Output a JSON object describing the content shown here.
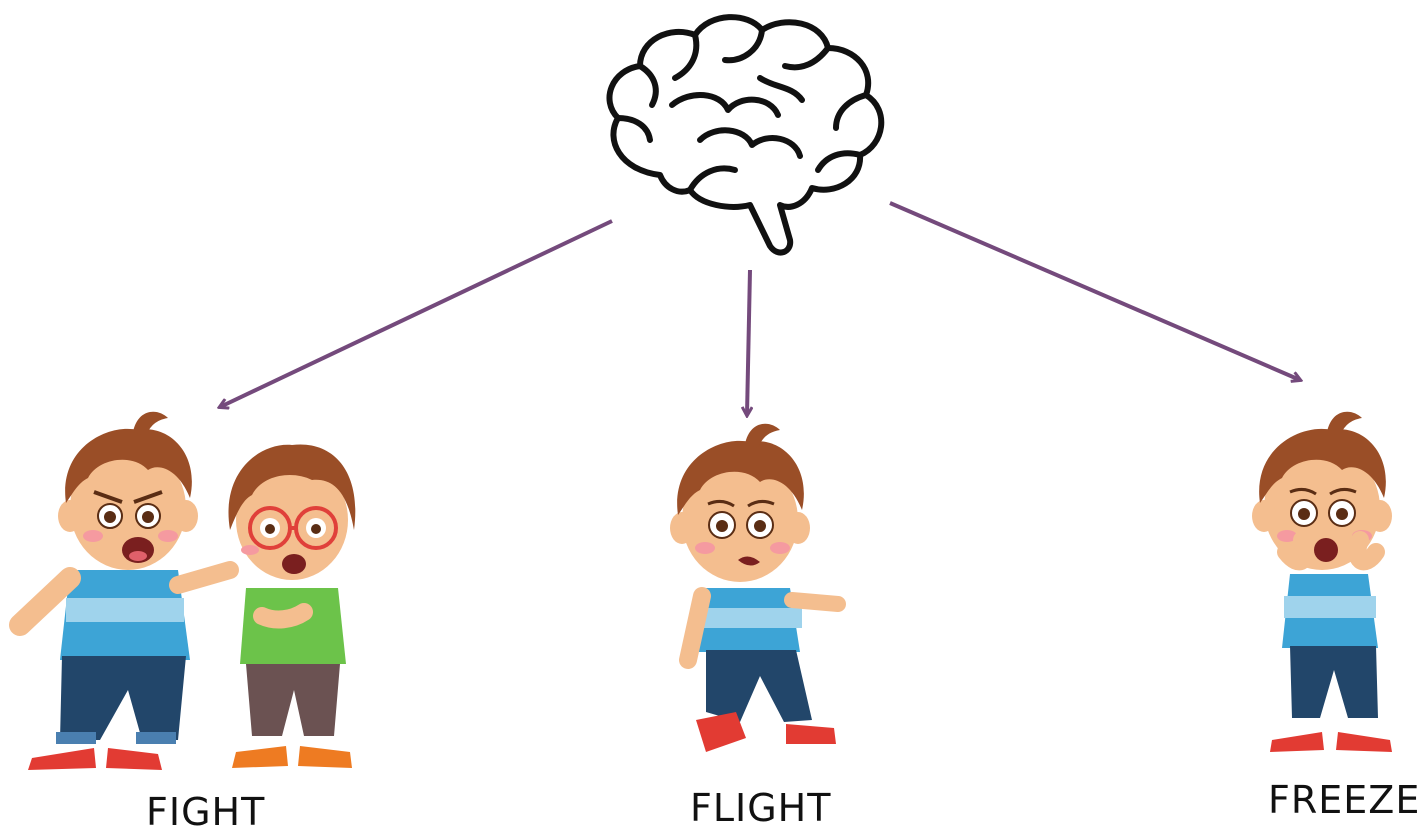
{
  "diagram": {
    "center": {
      "icon": "brain-icon"
    },
    "responses": [
      {
        "id": "fight",
        "label": "FIGHT",
        "icon": "two-boys-fight-illustration"
      },
      {
        "id": "flight",
        "label": "FLIGHT",
        "icon": "boy-running-away-illustration"
      },
      {
        "id": "freeze",
        "label": "FREEZE",
        "icon": "boy-frozen-scared-illustration"
      }
    ],
    "colors": {
      "arrow": "#744A7C",
      "skin": "#F4BE8F",
      "hair": "#9A4E27",
      "blue_shirt": "#3DA4D6",
      "blue_stripe": "#9FD3EC",
      "green_shirt": "#6CC34A",
      "jeans": "#22466A",
      "brown_pants": "#6B5252",
      "shoe_red": "#E23B33",
      "shoe_orange": "#EE7B22",
      "glasses": "#E0403A"
    }
  }
}
